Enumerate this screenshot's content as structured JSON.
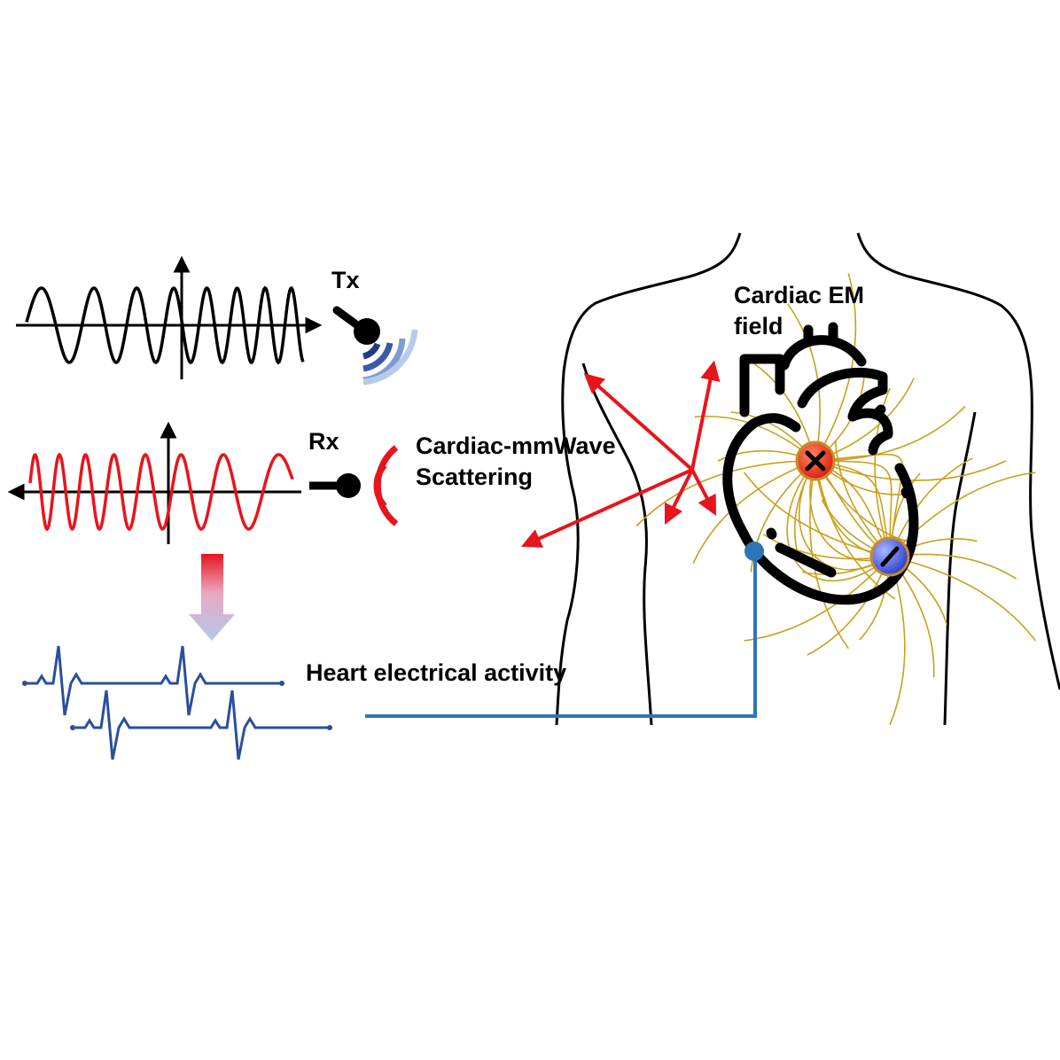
{
  "labels": {
    "tx": "Tx",
    "rx": "Rx",
    "scattering_line1": "Cardiac-mmWave",
    "scattering_line2": "Scattering",
    "em_field_line1": "Cardiac EM",
    "em_field_line2": "field",
    "heart_activity": "Heart electrical activity"
  },
  "colors": {
    "tx_wave": "#000000",
    "rx_wave": "#e8141c",
    "scatter_arrows": "#e8141c",
    "ecg": "#2a4f9a",
    "lead_wire": "#2e75b6",
    "field_lines": "#c9a01c",
    "positive_charge": "#e32a1e",
    "negative_charge": "#3a55d8"
  },
  "icons": {
    "tx_antenna": "antenna-transmit-icon",
    "rx_antenna": "antenna-receive-icon",
    "heart": "heart-outline-icon",
    "positive_charge": "positive-charge-icon",
    "negative_charge": "negative-charge-icon"
  }
}
